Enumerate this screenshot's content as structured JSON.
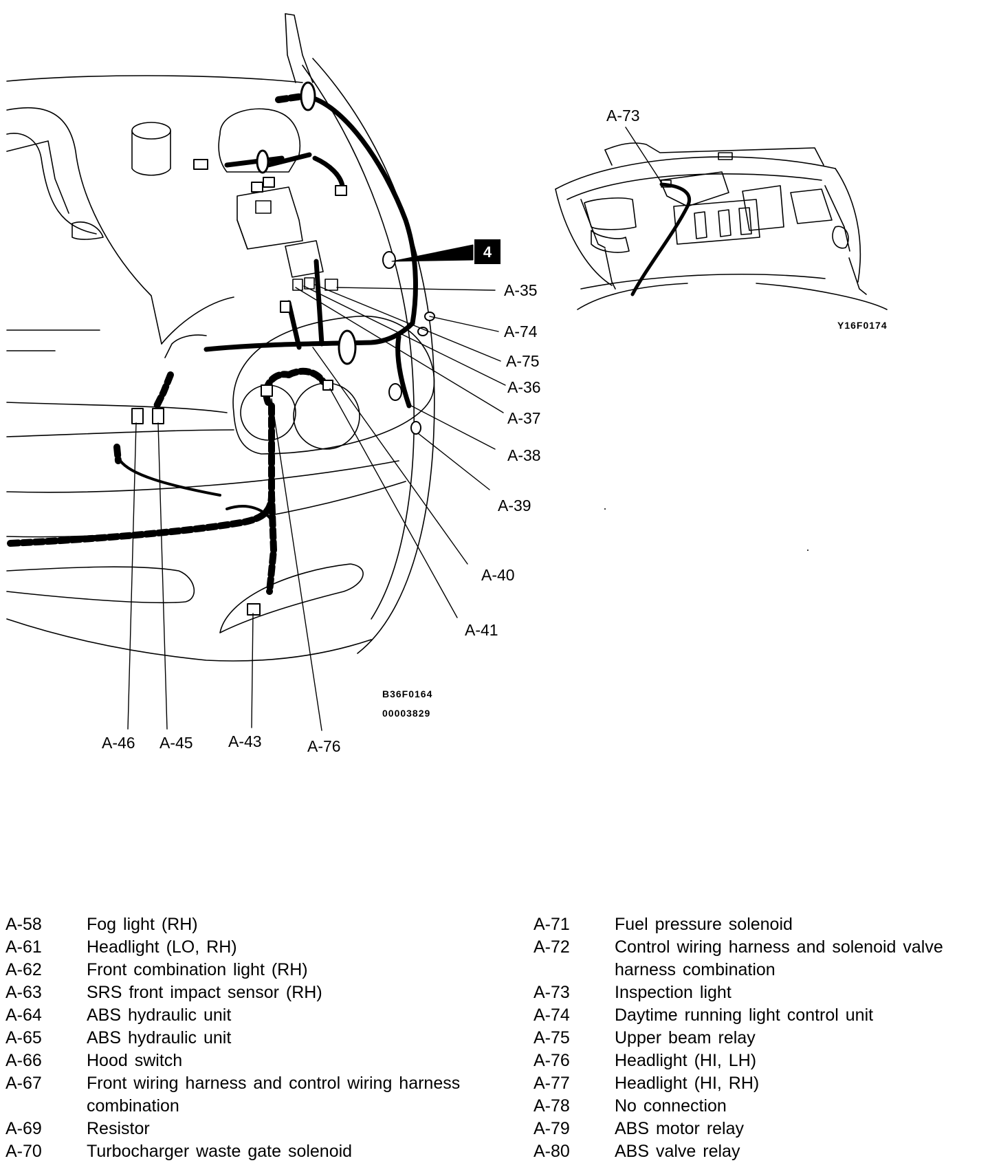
{
  "diagram": {
    "callouts": {
      "a73": "A-73",
      "box4": "4",
      "a35": "A-35",
      "a74": "A-74",
      "a75": "A-75",
      "a36": "A-36",
      "a37": "A-37",
      "a38": "A-38",
      "a39": "A-39",
      "a40": "A-40",
      "a41": "A-41",
      "a46": "A-46",
      "a45": "A-45",
      "a43": "A-43",
      "a76": "A-76"
    },
    "codes": {
      "hood": "Y16F0174",
      "main_1": "B36F0164",
      "main_2": "00003829"
    }
  },
  "legend": {
    "left": [
      {
        "id": "A-58",
        "desc": "Fog light (RH)"
      },
      {
        "id": "A-61",
        "desc": "Headlight (LO, RH)"
      },
      {
        "id": "A-62",
        "desc": "Front combination light (RH)"
      },
      {
        "id": "A-63",
        "desc": "SRS front impact sensor (RH)"
      },
      {
        "id": "A-64",
        "desc": "ABS hydraulic unit"
      },
      {
        "id": "A-65",
        "desc": "ABS hydraulic unit"
      },
      {
        "id": "A-66",
        "desc": "Hood switch"
      },
      {
        "id": "A-67",
        "desc": "Front wiring harness and control wiring harness combination"
      },
      {
        "id": "A-69",
        "desc": "Resistor"
      },
      {
        "id": "A-70",
        "desc": "Turbocharger waste gate solenoid"
      }
    ],
    "right": [
      {
        "id": "A-71",
        "desc": "Fuel pressure solenoid"
      },
      {
        "id": "A-72",
        "desc": "Control wiring harness and solenoid valve harness combination"
      },
      {
        "id": "A-73",
        "desc": "Inspection light"
      },
      {
        "id": "A-74",
        "desc": "Daytime running light control unit"
      },
      {
        "id": "A-75",
        "desc": "Upper beam relay"
      },
      {
        "id": "A-76",
        "desc": "Headlight (HI, LH)"
      },
      {
        "id": "A-77",
        "desc": "Headlight (HI, RH)"
      },
      {
        "id": "A-78",
        "desc": "No connection"
      },
      {
        "id": "A-79",
        "desc": "ABS motor relay"
      },
      {
        "id": "A-80",
        "desc": "ABS valve relay"
      }
    ]
  }
}
